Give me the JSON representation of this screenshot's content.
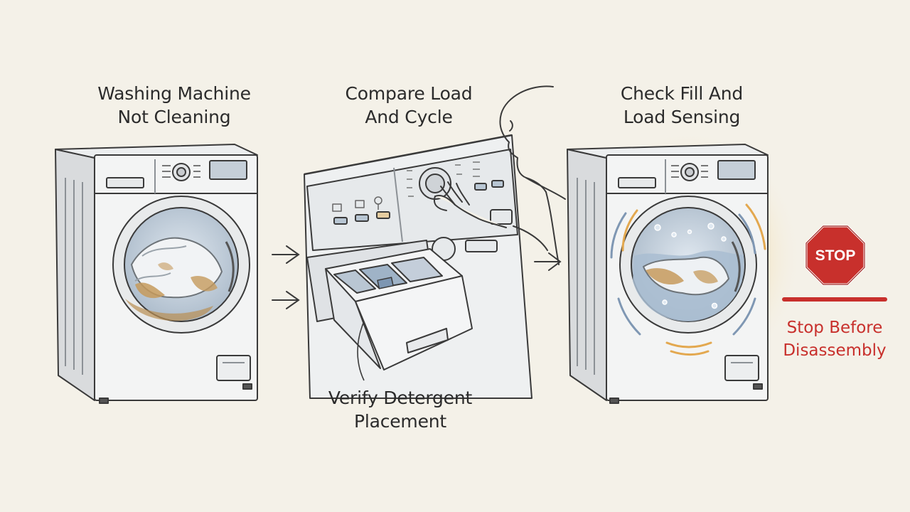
{
  "steps": [
    {
      "line1": "Washing Machine",
      "line2": "Not Cleaning"
    },
    {
      "line1": "Compare Load",
      "line2": "And Cycle"
    },
    {
      "line1": "Verify Detergent",
      "line2": "Placement"
    },
    {
      "line1": "Check Fill And",
      "line2": "Load Sensing"
    }
  ],
  "stop": {
    "sign_text": "STOP",
    "caption_line1": "Stop Before",
    "caption_line2": "Disassembly"
  },
  "colors": {
    "background": "#f4f1e8",
    "stop_red": "#c8302c",
    "glow": "#f3c57a",
    "stain": "#c69a5c",
    "water": "#8fa8c3"
  },
  "icons": [
    "right-arrow-icon",
    "stop-sign-icon",
    "person-icon",
    "vibration-icon"
  ]
}
